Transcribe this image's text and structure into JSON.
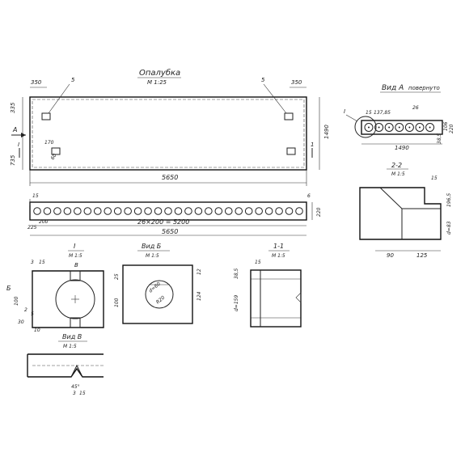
{
  "main_view": {
    "title": "Опалубка",
    "scale": "М 1:25",
    "mark_left": "5",
    "mark_right": "5",
    "dim_left_top": "350",
    "dim_right_top": "350",
    "dim_left_side": "335",
    "dim_left_side2": "735",
    "dim_right_side": "1490",
    "overall_length": "5650",
    "section_mark_a": "А",
    "cut_label_1": "I",
    "cut_label_2": "1",
    "small_dim_1": "170",
    "small_dim_2": "60"
  },
  "side_view": {
    "dim_top_left": "15",
    "dim_top_right": "6",
    "dim_left": "225",
    "dim_step": "200",
    "dim_formula": "26×200 = 5200",
    "overall_length": "5650",
    "dim_height": "220",
    "hole_count": 27
  },
  "view_a": {
    "title": "Вид А",
    "note": "повернуто",
    "mark_i": "I",
    "dim_1": "15",
    "dim_2": "137,85",
    "dim_3": "26",
    "width": "1490",
    "dim_side_1": "220",
    "dim_side_2": "106",
    "dim_side_3": "38,5",
    "hole_count": 7
  },
  "section_2_2": {
    "title": "2-2",
    "scale": "М 1:5",
    "dim_top": "15",
    "dim_h1": "196,5",
    "dim_h2": "d=83",
    "dim_w1": "90",
    "dim_w2": "125"
  },
  "detail_i": {
    "title": "I",
    "scale": "М 1:5",
    "mark_b": "В",
    "mark_6": "Б",
    "dim_1": "3",
    "dim_2": "15",
    "dim_3": "100",
    "dim_4": "2",
    "dim_5": "5",
    "dim_6": "30",
    "dim_7": "10"
  },
  "view_b": {
    "title": "Вид Б",
    "scale": "М 1:5",
    "dim_1": "25",
    "dim_2": "12",
    "dim_3": "100",
    "dim_4": "124",
    "dim_5": "d=60",
    "dim_6": "R20"
  },
  "section_1_1": {
    "title": "1-1",
    "scale": "М 1:5",
    "dim_top": "15",
    "dim_1": "38,5",
    "dim_2": "d=159"
  },
  "view_v": {
    "title": "Вид В",
    "scale": "М 1:5",
    "dim_1": "45°",
    "dim_2": "3",
    "dim_3": "15"
  }
}
